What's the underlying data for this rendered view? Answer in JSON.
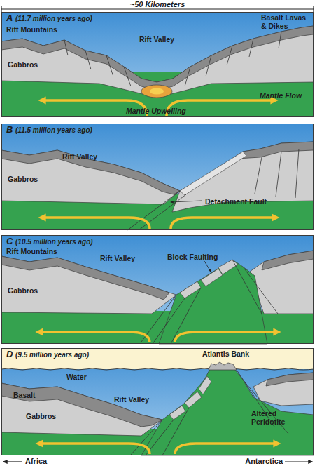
{
  "diagram": {
    "nodes": [
      {
        "text": [
          "A",
          "(11.7 million years ago)",
          "Rift Mountains",
          "Rift Valley",
          "Basalt Lavas & Dikes",
          "Gabbros",
          "Mantle Upwelling",
          "Mantle Flow"
        ]
      },
      {
        "text": [
          "B",
          "(11.5 million years ago)",
          "Rift Valley",
          "Gabbros",
          "Detachment Fault"
        ]
      },
      {
        "text": [
          "C",
          "(10.5 million years ago)",
          "Rift Mountains",
          "Rift Valley",
          "Block Faulting",
          "Gabbros"
        ]
      },
      {
        "text": [
          "D",
          "(9.5 million years ago)",
          "Atlantis Bank",
          "Water",
          "Basalt",
          "Gabbros",
          "Rift Valley",
          "Altered Peridotite"
        ]
      }
    ],
    "labels": [
      "~50 Kilometers",
      "Africa",
      "Antarctica"
    ]
  }
}
